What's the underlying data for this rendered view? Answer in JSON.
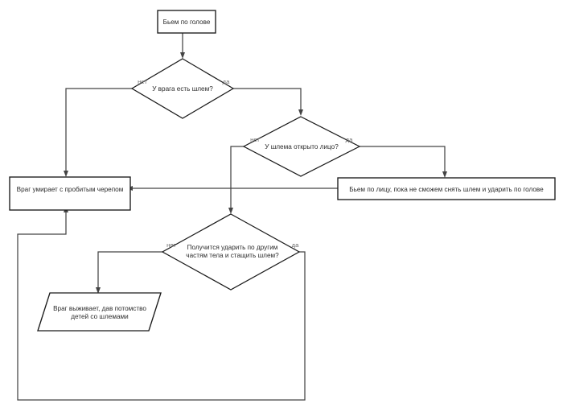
{
  "diagram": {
    "title": "Flowchart: hitting an enemy with a helmet",
    "type": "flowchart",
    "background_color": "#ffffff",
    "shape_stroke_color": "#1a1a1a",
    "connector_color": "#444444",
    "text_color": "#2b2b2b",
    "label_color": "#6b6b6b",
    "nodes": {
      "start": {
        "shape": "process",
        "text": "Бьем по голове"
      },
      "decision_helmet": {
        "shape": "decision",
        "text": "У врага есть шлем?",
        "no_label": "нет",
        "yes_label": "да"
      },
      "decision_open_face": {
        "shape": "decision",
        "text": "У шлема открыто лицо?",
        "no_label": "нет",
        "yes_label": "да"
      },
      "hit_face": {
        "shape": "process",
        "text": "Бьем по лицу, пока не сможем снять шлем и ударить по голове"
      },
      "enemy_dies": {
        "shape": "process",
        "text": "Враг умирает с пробитым черепом"
      },
      "decision_other_body": {
        "shape": "decision",
        "line1": "Получится ударить по другим",
        "line2": "частям тела и стащить шлем?",
        "no_label": "нет",
        "yes_label": "да"
      },
      "enemy_survives": {
        "shape": "data-parallelogram",
        "line1": "Враг выживает, дав потомство",
        "line2": "детей со шлемами"
      }
    }
  }
}
